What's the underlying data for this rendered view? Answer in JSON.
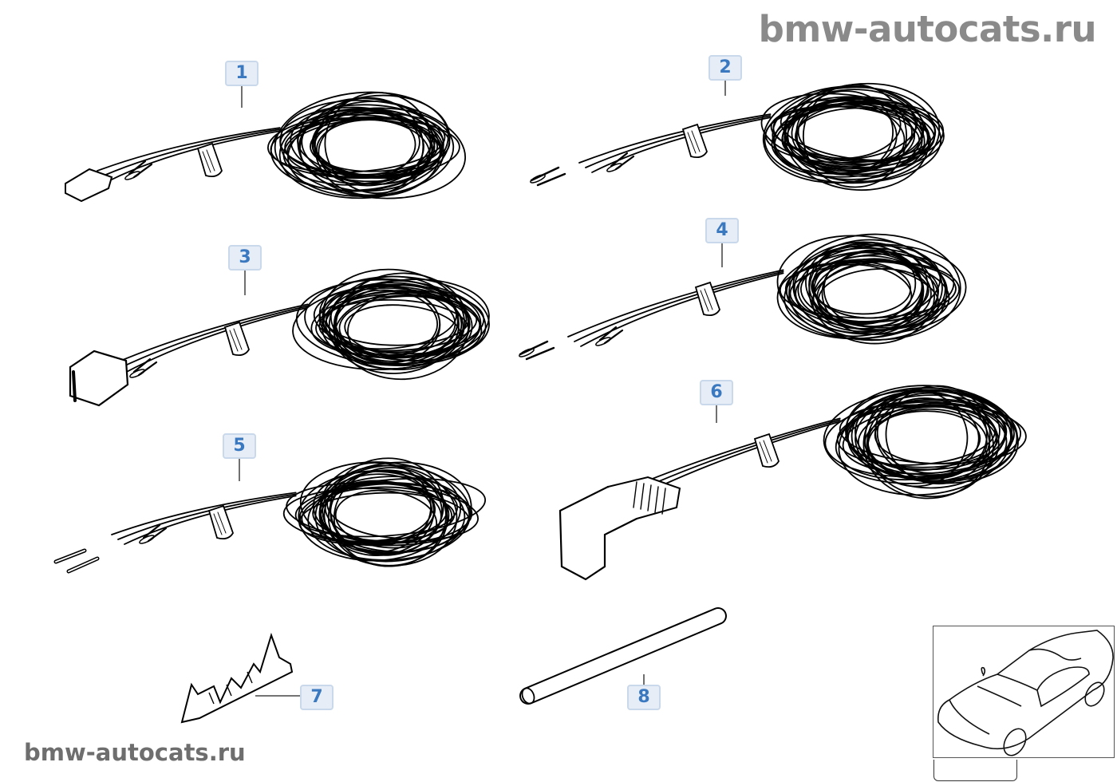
{
  "watermark_top": "bmw-autocats.ru",
  "watermark_bottom": "bmw-autocats.ru",
  "callouts": [
    "1",
    "2",
    "3",
    "4",
    "5",
    "6",
    "7",
    "8"
  ],
  "colors": {
    "callout_text": "#3a78c0",
    "callout_bg": "#e6edf6",
    "callout_border": "#c9d8ea",
    "watermark": "#8a8a8a"
  }
}
